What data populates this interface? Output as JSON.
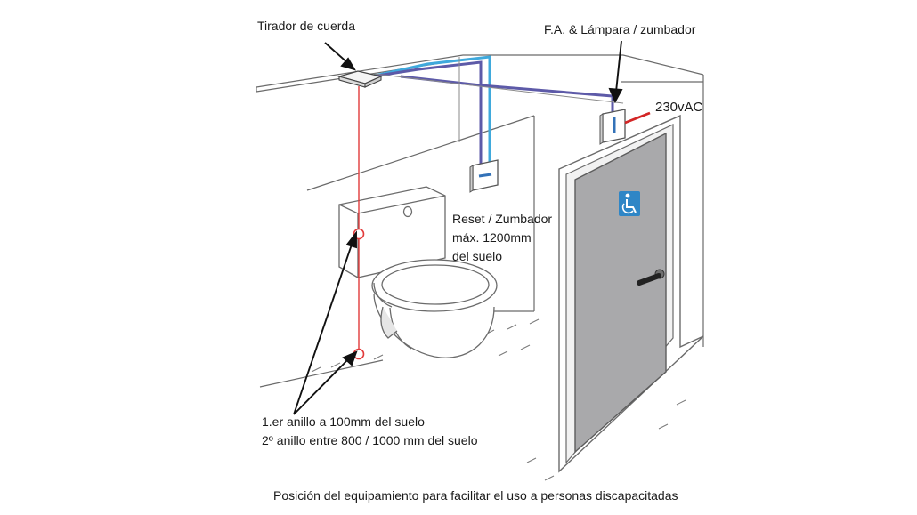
{
  "labels": {
    "pull_cord": "Tirador de cuerda",
    "fa_lamp_buzzer": "F.A. & Lámpara / zumbador",
    "voltage": "230vAC",
    "reset_buzzer": [
      "Reset / Zumbador",
      "máx. 1200mm",
      "del suelo"
    ],
    "rings": [
      "1.er anillo a 100mm del suelo",
      "2º anillo entre 800 / 1000 mm del suelo"
    ]
  },
  "caption": "Posición del equipamiento para facilitar el uso a personas discapacitadas",
  "icons": {
    "door_sign": "wheelchair-accessibility-icon"
  },
  "colors": {
    "cable_light_blue": "#3fa9dc",
    "cable_purple": "#5d5aa8",
    "pull_cord": "#e23b3b",
    "power_cable": "#d32626",
    "door_fill": "#a9a9ab",
    "accessibility_sign": "#2f86c6",
    "line_art": "#555555"
  }
}
